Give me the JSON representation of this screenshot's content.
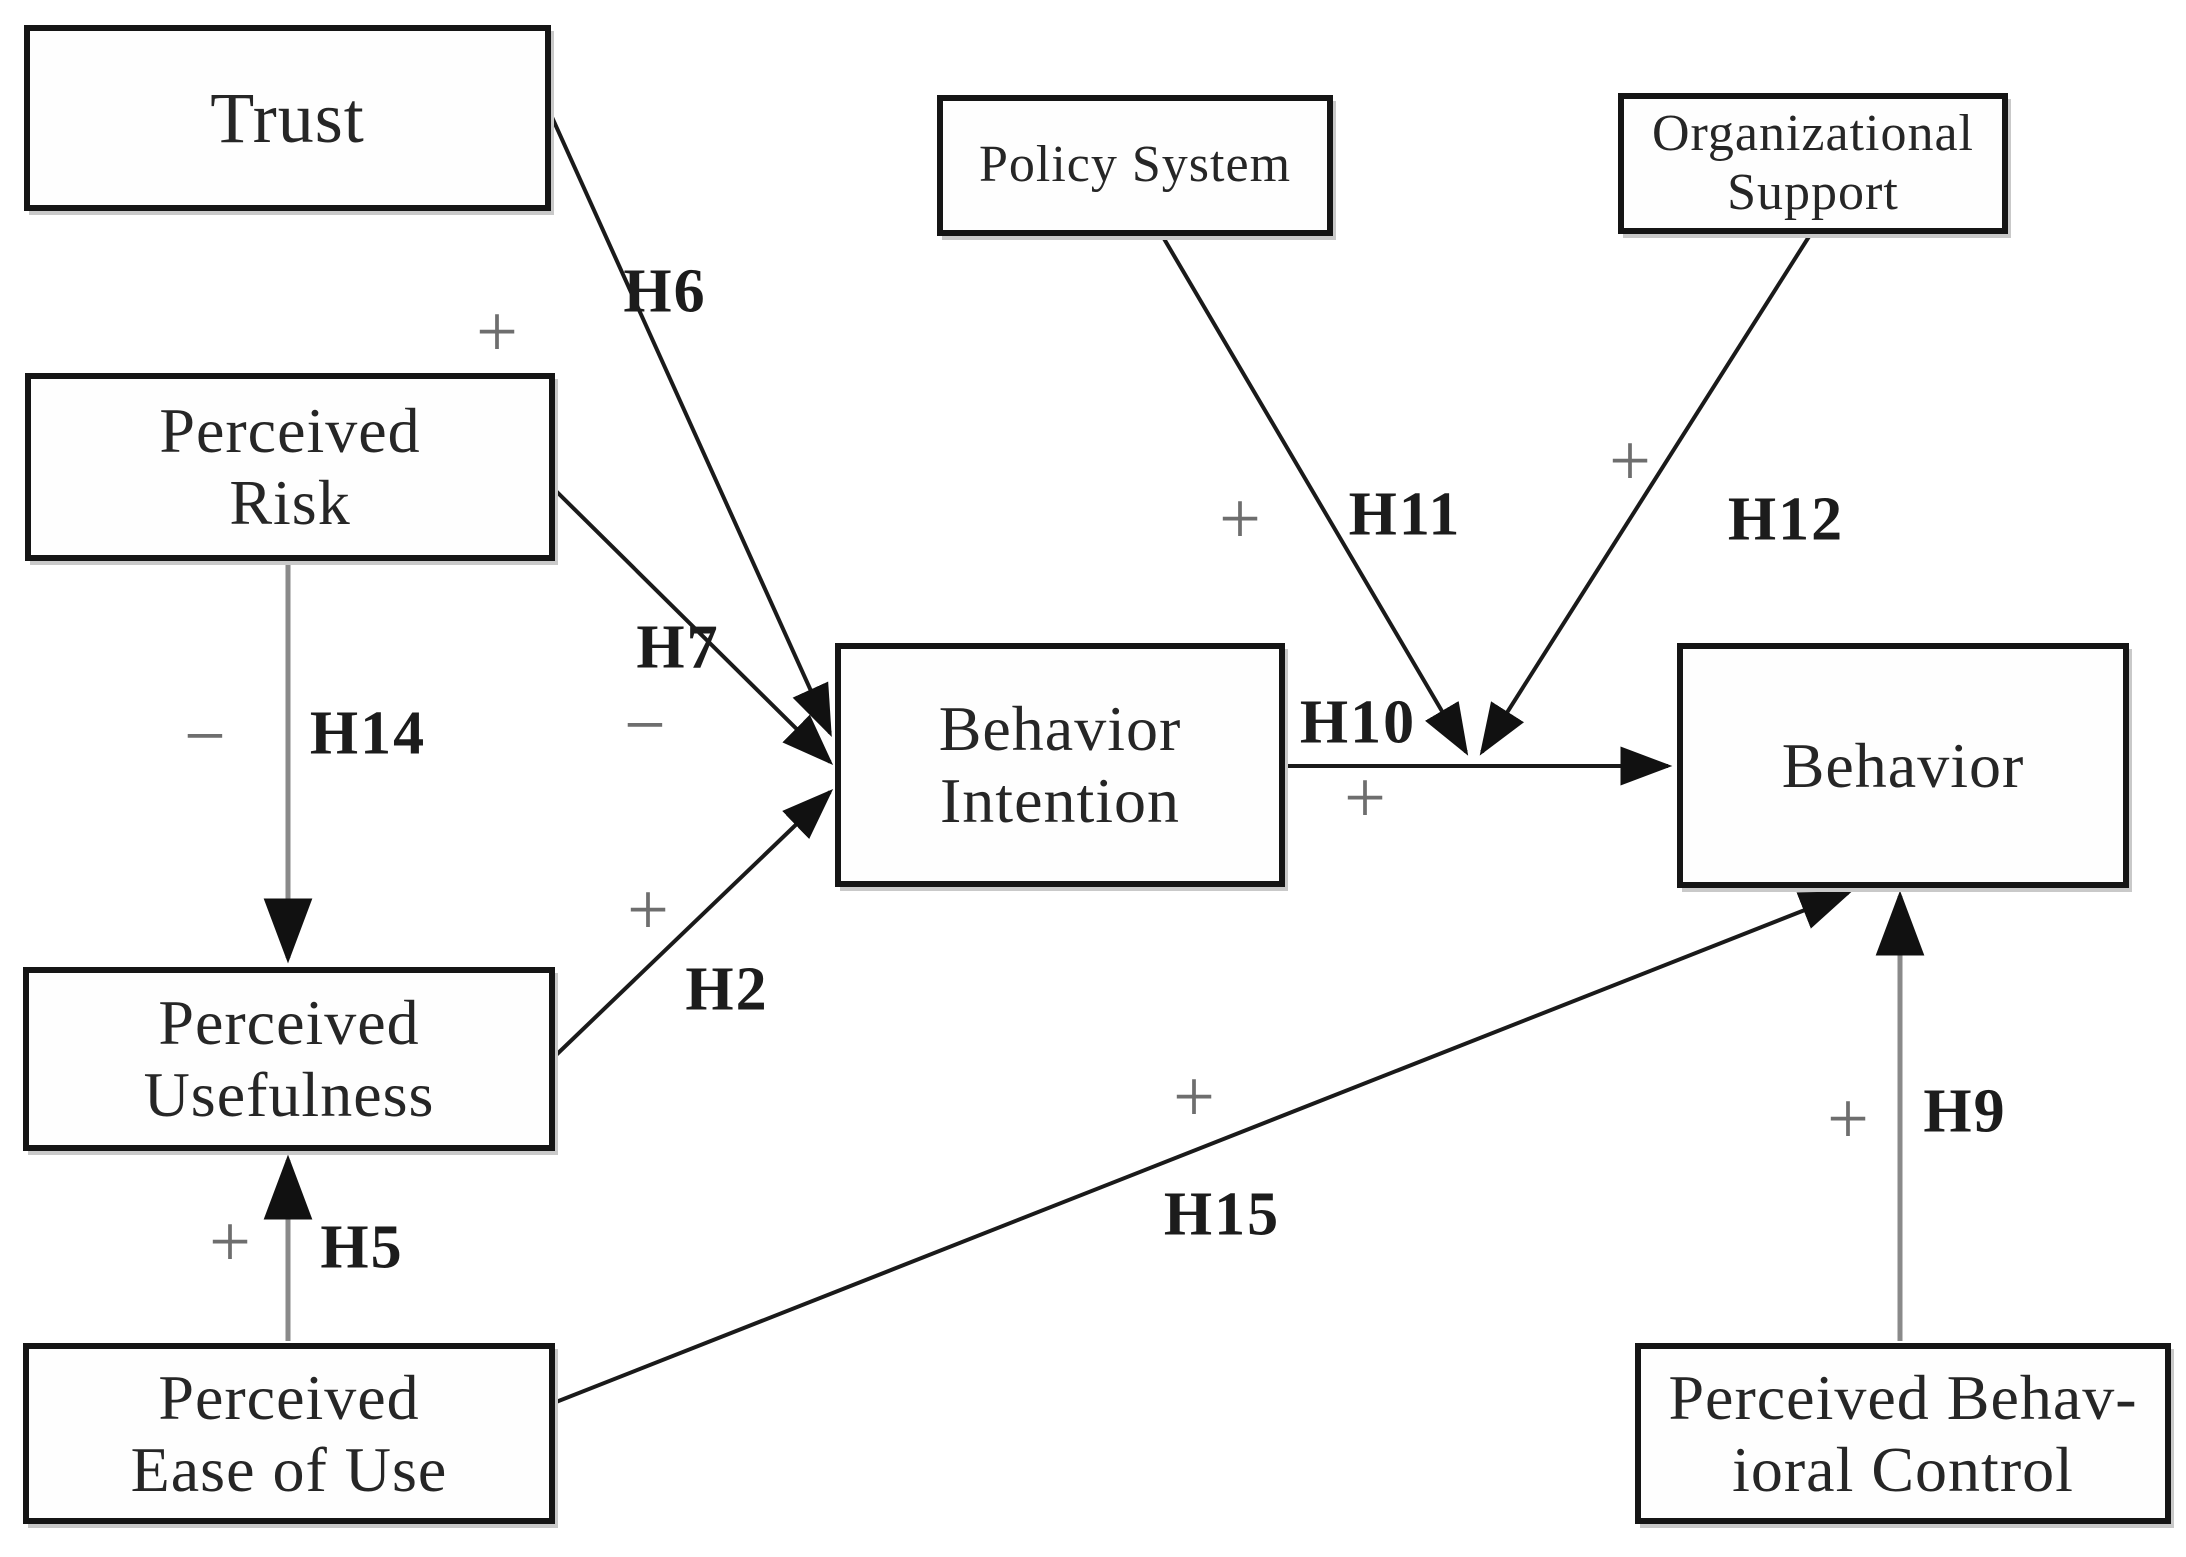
{
  "figure": {
    "type": "path-diagram",
    "background": "#ffffff",
    "line_color": "#1a1a1a",
    "gray_line_color": "#8a8a8a",
    "sign_color": "#6e6e6e"
  },
  "nodes": {
    "trust": {
      "label": "Trust"
    },
    "perceived_risk": {
      "label": "Perceived\nRisk"
    },
    "perceived_usefulness": {
      "label": "Perceived\nUsefulness"
    },
    "perceived_ease_of_use": {
      "label": "Perceived\nEase of Use"
    },
    "policy_system": {
      "label": "Policy System"
    },
    "organizational_support": {
      "label": "Organizational\nSupport"
    },
    "behavior_intention": {
      "label": "Behavior\nIntention"
    },
    "behavior": {
      "label": "Behavior"
    },
    "perceived_behavioral_control": {
      "label": "Perceived Behav-\nioral Control"
    }
  },
  "hypotheses": {
    "h6": {
      "label": "H6",
      "sign": "+",
      "from": "trust",
      "to": "behavior_intention"
    },
    "h7": {
      "label": "H7",
      "sign": "−",
      "from": "perceived_risk",
      "to": "behavior_intention"
    },
    "h14": {
      "label": "H14",
      "sign": "−",
      "from": "perceived_risk",
      "to": "perceived_usefulness"
    },
    "h2": {
      "label": "H2",
      "sign": "+",
      "from": "perceived_usefulness",
      "to": "behavior_intention"
    },
    "h5": {
      "label": "H5",
      "sign": "+",
      "from": "perceived_ease_of_use",
      "to": "perceived_usefulness"
    },
    "h10": {
      "label": "H10",
      "sign": "+",
      "from": "behavior_intention",
      "to": "behavior"
    },
    "h11": {
      "label": "H11",
      "sign": "+",
      "from": "policy_system",
      "to": "behavior_intention_to_behavior_link"
    },
    "h12": {
      "label": "H12",
      "sign": "+",
      "from": "organizational_support",
      "to": "behavior_intention_to_behavior_link"
    },
    "h15": {
      "label": "H15",
      "sign": "+",
      "from": "perceived_ease_of_use",
      "to": "behavior"
    },
    "h9": {
      "label": "H9",
      "sign": "+",
      "from": "perceived_behavioral_control",
      "to": "behavior"
    }
  }
}
